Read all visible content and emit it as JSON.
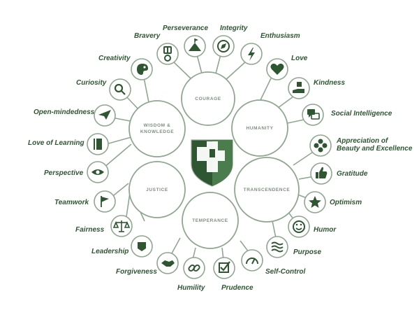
{
  "colors": {
    "dark": "#2e5631",
    "line": "#8fa78f",
    "muted": "#7d8f7e",
    "shield": "#3d6b40"
  },
  "virtues": {
    "courage": "COURAGE",
    "humanity": "HUMANITY",
    "transcendence": "TRANSCENDENCE",
    "temperance": "TEMPERANCE",
    "justice": "JUSTICE",
    "wisdom_line1": "WISDOM &",
    "wisdom_line2": "KNOWLEDGE"
  },
  "strengths": {
    "bravery": {
      "label": "Bravery",
      "icon": "medal-icon"
    },
    "perseverance": {
      "label": "Perseverance",
      "icon": "mountain-icon"
    },
    "integrity": {
      "label": "Integrity",
      "icon": "compass-icon"
    },
    "enthusiasm": {
      "label": "Enthusiasm",
      "icon": "lightning-icon"
    },
    "love": {
      "label": "Love",
      "icon": "heart-icon"
    },
    "kindness": {
      "label": "Kindness",
      "icon": "gift-hand-icon"
    },
    "social_intelligence": {
      "label": "Social Intelligence",
      "icon": "chat-bubbles-icon"
    },
    "appreciation": {
      "label_line1": "Appreciation of",
      "label_line2": "Beauty and Excellence",
      "icon": "flower-icon"
    },
    "gratitude": {
      "label": "Gratitude",
      "icon": "thumbs-up-icon"
    },
    "optimism": {
      "label": "Optimism",
      "icon": "star-icon"
    },
    "humor": {
      "label": "Humor",
      "icon": "smiley-icon"
    },
    "purpose": {
      "label": "Purpose",
      "icon": "waves-icon"
    },
    "self_control": {
      "label": "Self-Control",
      "icon": "gauge-icon"
    },
    "prudence": {
      "label": "Prudence",
      "icon": "checkbox-icon"
    },
    "humility": {
      "label": "Humility",
      "icon": "link-icon"
    },
    "forgiveness": {
      "label": "Forgiveness",
      "icon": "handshake-icon"
    },
    "leadership": {
      "label": "Leadership",
      "icon": "badge-icon"
    },
    "fairness": {
      "label": "Fairness",
      "icon": "scales-icon"
    },
    "teamwork": {
      "label": "Teamwork",
      "icon": "flag-icon"
    },
    "perspective": {
      "label": "Perspective",
      "icon": "eye-icon"
    },
    "love_of_learning": {
      "label": "Love of Learning",
      "icon": "book-icon"
    },
    "open_mindedness": {
      "label": "Open-mindedness",
      "icon": "paper-plane-icon"
    },
    "curiosity": {
      "label": "Curiosity",
      "icon": "magnifier-icon"
    },
    "creativity": {
      "label": "Creativity",
      "icon": "palette-icon"
    }
  }
}
